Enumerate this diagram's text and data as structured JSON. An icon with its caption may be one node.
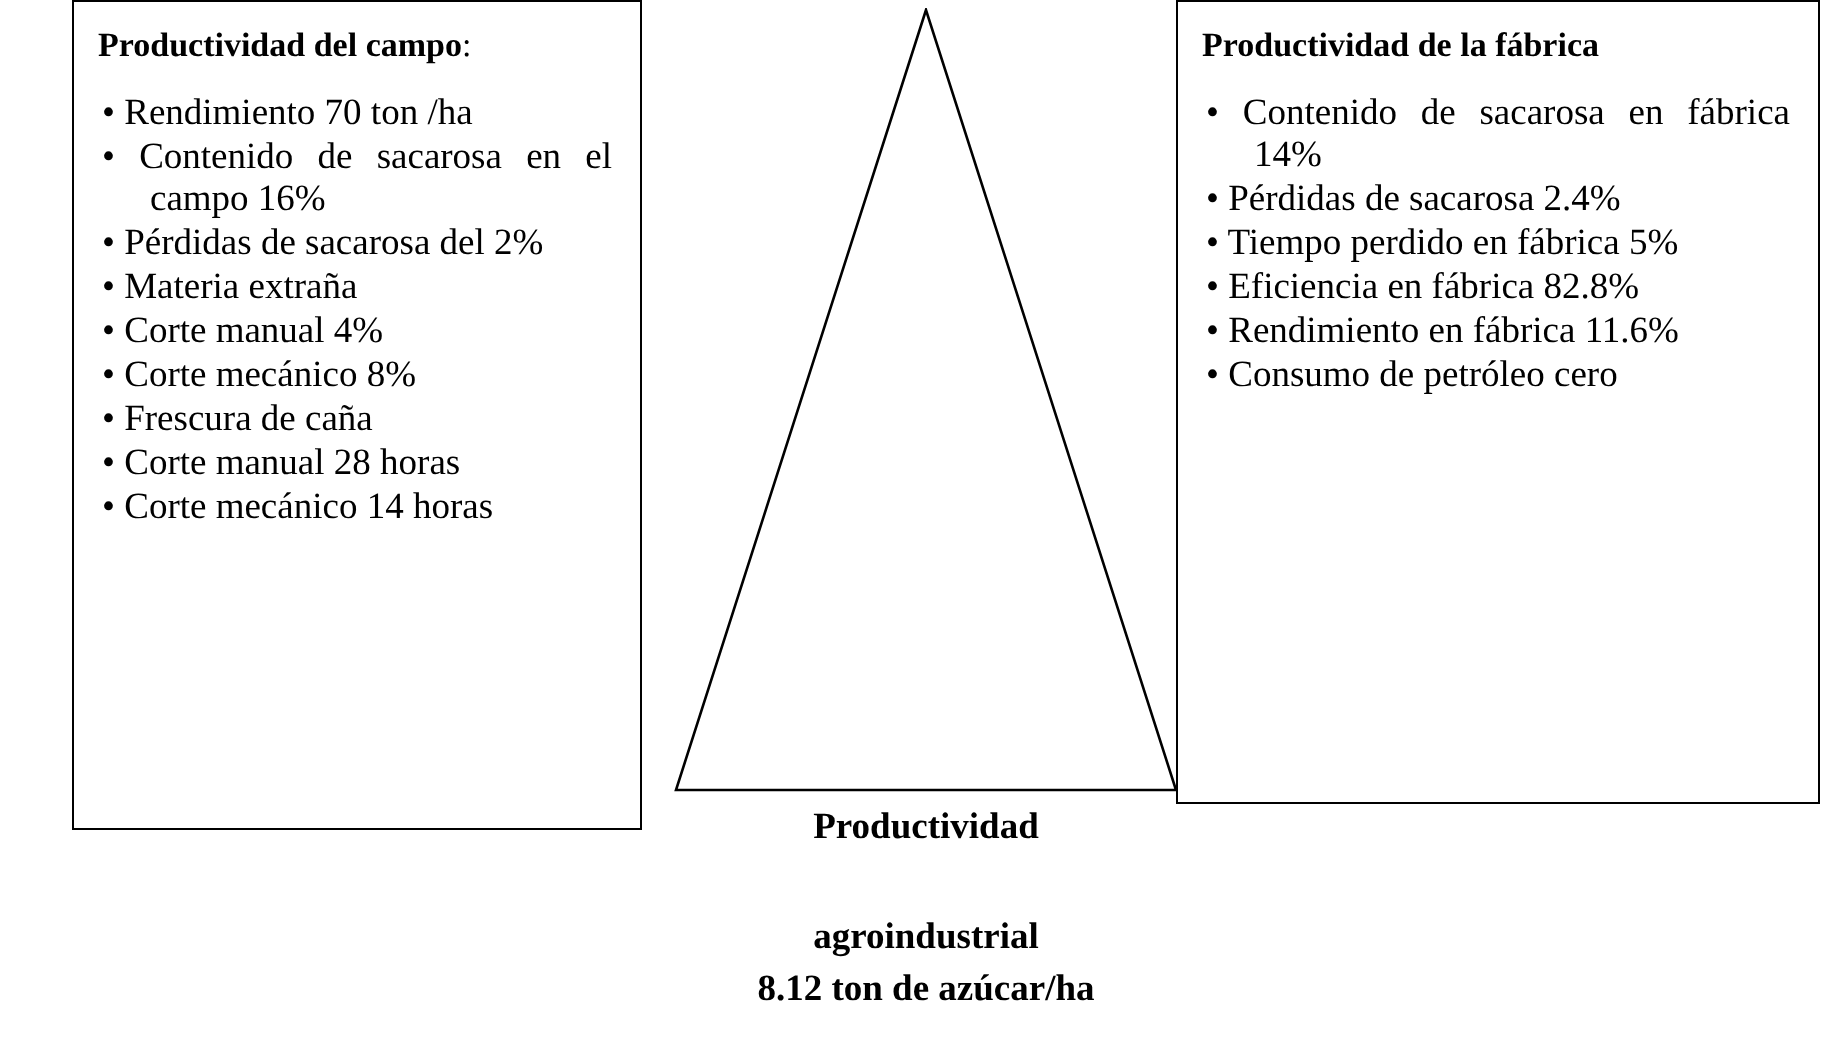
{
  "diagram": {
    "nodes": [
      {
        "text": [
          "**Productividad del campo**:",
          "• Rendimiento 70 ton /ha",
          "• Contenido de sacarosa en el campo 16%",
          "• Pérdidas de sacarosa del 2%",
          "• Materia extraña",
          "• Corte manual 4%",
          "• Corte mecánico 8%",
          "• Frescura de caña",
          "• Corte manual 28 horas",
          "• Corte mecánico 14 horas"
        ]
      },
      {
        "text": [],
        "shape": "triangle",
        "beside": [
          "Productividad agroindustrial",
          "8.12 ton de azúcar/ha"
        ]
      },
      {
        "text": [
          "**Productividad de la fábrica**",
          "• Contenido de sacarosa en fábrica 14%",
          "• Pérdidas de sacarosa 2.4%",
          "• Tiempo perdido en fábrica 5%",
          "• Eficiencia en fábrica 82.8%",
          "• Rendimiento en fábrica 11.6%",
          "• Consumo de petróleo cero"
        ]
      }
    ],
    "edges": []
  }
}
